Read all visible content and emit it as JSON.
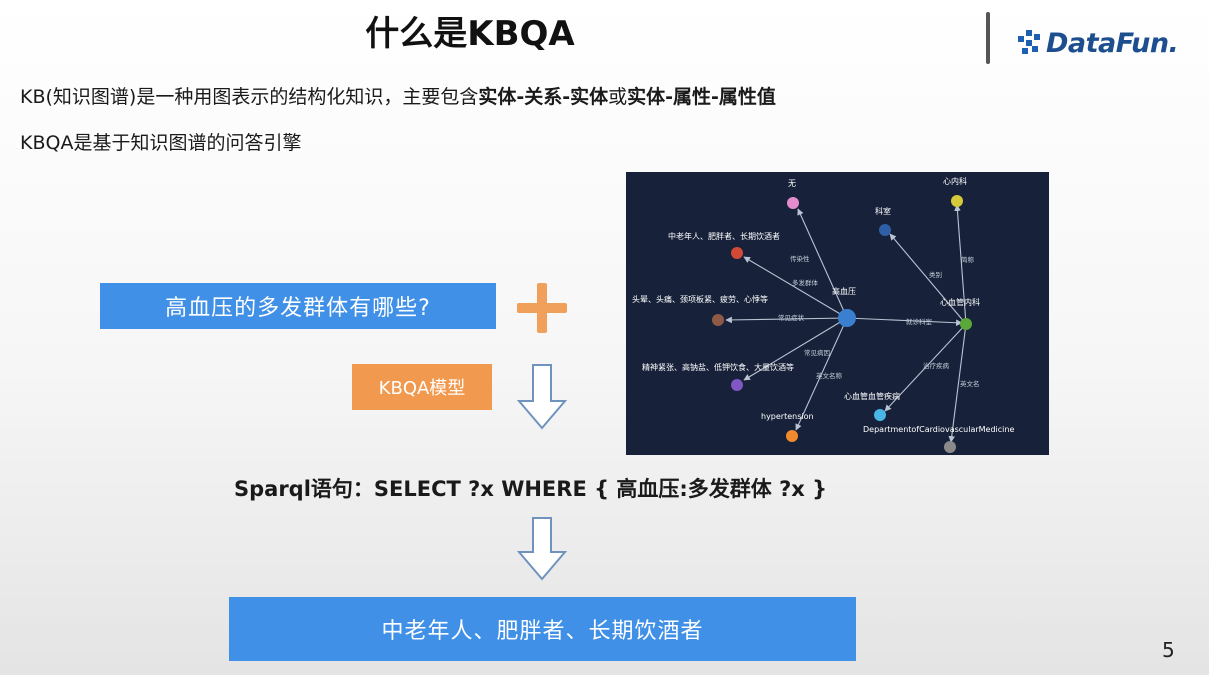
{
  "slide": {
    "title": "什么是KBQA",
    "line1_prefix": "KB(知识图谱)是一种用图表示的结构化知识，主要包含",
    "line1_bold1": "实体-关系-实体",
    "line1_mid": "或",
    "line1_bold2": "实体-属性-属性值",
    "line2": "KBQA是基于知识图谱的问答引擎",
    "page_number": "5"
  },
  "logo": {
    "text": "DataFun."
  },
  "flow": {
    "question": "高血压的多发群体有哪些?",
    "model": "KBQA模型",
    "sparql": "Sparql语句：SELECT ?x WHERE { 高血压:多发群体 ?x }",
    "answer": "中老年人、肥胖者、长期饮酒者"
  },
  "graph": {
    "nodes": {
      "wu": "无",
      "keshi": "科室",
      "xinneike": "心内科",
      "zhonglao": "中老年人、肥胖者、长期饮酒者",
      "gaoxueya": "高血压",
      "xinxueguanneike": "心血管内科",
      "symptom": "头晕、头痛、颈项板紧、疲劳、心悸等",
      "cause": "精神紧张、高钠盐、低钾饮食、大量饮酒等",
      "xinxueguanjibing": "心血管血管疾病",
      "hypertension": "hypertension",
      "dept": "DepartmentofCardiovascularMedicine"
    },
    "edges": {
      "chuanranxing": "传染性",
      "duofaqunti": "多发群体",
      "changjianzhengzhuang": "常见症状",
      "changjianbingyin": "常见病因",
      "yingwenmingcheng": "英文名称",
      "jiuzhenkeshi": "就诊科室",
      "leibie": "类别",
      "jiancheng": "简称",
      "zhiliaojibing": "治疗疾病",
      "yingwenming": "英文名"
    },
    "colors": {
      "background": "#17223a",
      "center": "#3a7fd0",
      "green": "#5aa838",
      "pink": "#e58ccf",
      "yellow": "#d6c93a",
      "blue": "#2f5fa6",
      "red": "#d24a35",
      "brown": "#8e5a46",
      "purple": "#8057c4",
      "cyan": "#49b6e6",
      "orange": "#f08a2c",
      "gray": "#8a8a8a"
    }
  },
  "colors": {
    "accent_blue": "#3f90e6",
    "accent_orange": "#f19a4f"
  }
}
